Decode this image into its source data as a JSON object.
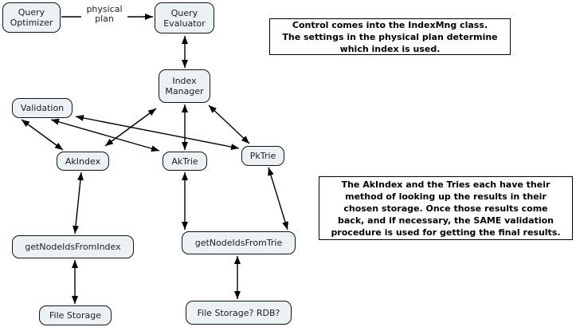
{
  "diagram": {
    "nodes": {
      "query_optimizer": {
        "label": "Query\nOptimizer"
      },
      "query_evaluator": {
        "label": "Query\nEvaluator"
      },
      "index_manager": {
        "label": "Index\nManager"
      },
      "validation": {
        "label": "Validation"
      },
      "ak_index": {
        "label": "AkIndex"
      },
      "ak_trie": {
        "label": "AkTrie"
      },
      "pk_trie": {
        "label": "PkTrie"
      },
      "get_node_ids_from_index": {
        "label": "getNodeIdsFromIndex"
      },
      "get_node_ids_from_trie": {
        "label": "getNodeIdsFromTrie"
      },
      "file_storage": {
        "label": "File Storage"
      },
      "file_storage_rdb": {
        "label": "File Storage? RDB?"
      }
    },
    "edges": {
      "physical_plan_label": "physical\nplan"
    },
    "notes": {
      "control_note": "Control comes into the IndexMng class.\nThe settings in the physical plan determine\nwhich index is used.",
      "lookup_note": "The AkIndex and the Tries each have their\nmethod of looking up the results in their\nchosen storage. Once those results come\nback, and if necessary, the SAME validation\nprocedure is used for getting the final results."
    },
    "colors": {
      "node_fill": "#ecf2f4",
      "node_border": "#141414",
      "edge": "#000000",
      "note_border": "#000000",
      "background": "#ffffff"
    }
  }
}
